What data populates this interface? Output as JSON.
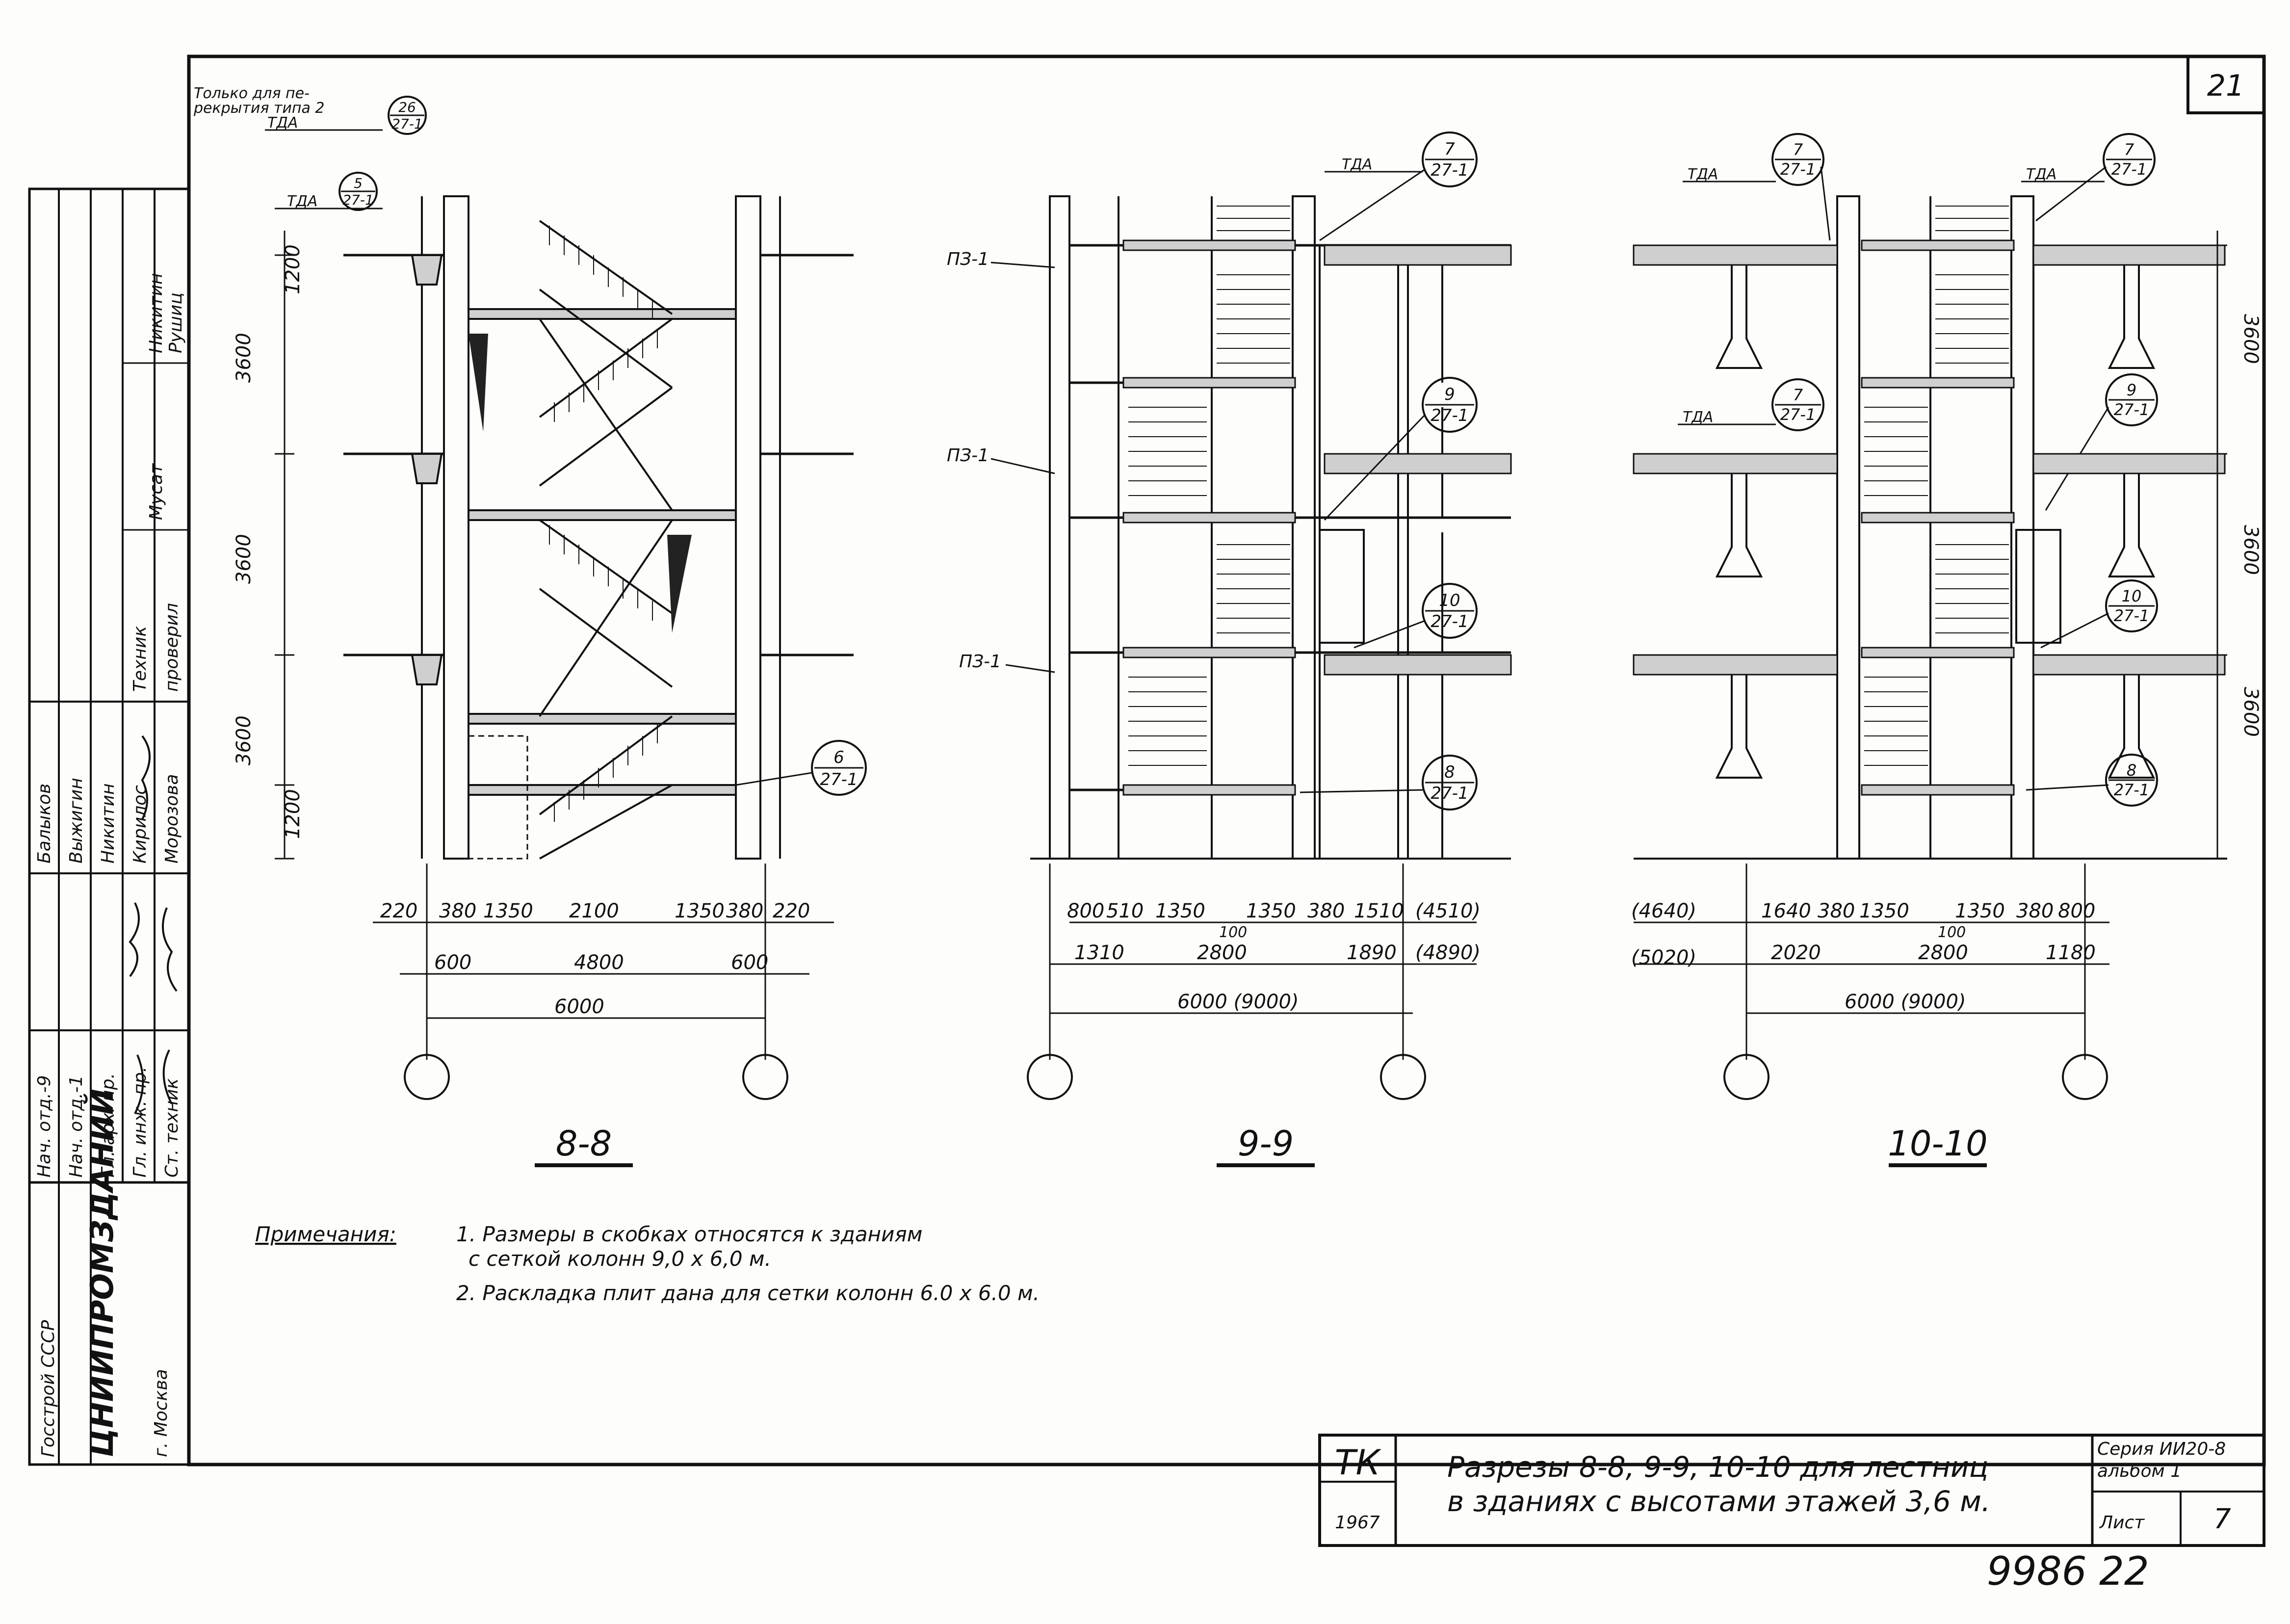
{
  "page_number": "21",
  "archive_number": "9986 22",
  "stamp": {
    "roles": [
      "Нач. отд.-9",
      "Нач. отд.-1",
      "Гл. арх. пр.",
      "Гл. инж. пр.",
      "Ст. техник"
    ],
    "names": [
      "Балыков",
      "Выжигин",
      "Никитин",
      "Кирилос",
      "Морозова"
    ],
    "extra": [
      "Техник",
      "проверил",
      "Мусат",
      "Никитин",
      "Рушиц"
    ],
    "org": [
      "Госстрой СССР",
      "ЦНИИПРОМЗДАНИЙ",
      "г. Москва"
    ]
  },
  "title_block": {
    "code": "ТК",
    "year": "1967",
    "title_line_1": "Разрезы 8-8, 9-9, 10-10 для лестниц",
    "title_line_2": "в зданиях  с высотами этажей 3,6 м.",
    "series_line_1": "Серия ИИ20-8",
    "series_line_2": "альбом 1",
    "sheet_label": "Лист",
    "sheet_number": "7"
  },
  "notes": {
    "heading": "Примечания:",
    "lines": [
      "1. Размеры в скобках относятся к зданиям",
      "с сеткой колонн  9,0 х 6,0 м.",
      "2. Раскладка плит дана для сетки колонн 6.0 х 6.0 м."
    ]
  },
  "sections": {
    "s88": {
      "label": "8-8",
      "top_note_1": "Только для пе-",
      "top_note_2": "рекрытия типа 2",
      "tda_a": "ТДА",
      "tda_b": "ТДА",
      "callouts": [
        {
          "top": "26",
          "bottom": "27-1"
        },
        {
          "top": "5",
          "bottom": "27-1"
        },
        {
          "top": "6",
          "bottom": "27-1"
        }
      ],
      "vdims": [
        "1200",
        "3600",
        "3600",
        "3600",
        "1200"
      ],
      "hdims_row1": [
        "220",
        "380",
        "1350",
        "2100",
        "1350",
        "380",
        "220"
      ],
      "hdims_row2": [
        "600",
        "4800",
        "600"
      ],
      "hdims_row3": [
        "6000"
      ]
    },
    "s99": {
      "label": "9-9",
      "tda": "ТДА",
      "pz_labels": [
        "ПЗ-1",
        "ПЗ-1",
        "ПЗ-1"
      ],
      "callouts": [
        {
          "top": "7",
          "bottom": "27-1"
        },
        {
          "top": "9",
          "bottom": "27-1"
        },
        {
          "top": "10",
          "bottom": "27-1"
        },
        {
          "top": "8",
          "bottom": "27-1"
        }
      ],
      "hdims_row1": [
        "800",
        "510",
        "1350",
        "1350",
        "380",
        "1510",
        "(4510)"
      ],
      "hdims_row2": [
        "100",
        "1310",
        "2800",
        "1890",
        "(4890)"
      ],
      "hdims_row3": [
        "6000 (9000)"
      ]
    },
    "s1010": {
      "label": "10-10",
      "tda_a": "ТДА",
      "tda_b": "ТДА",
      "tda_c": "ТДА",
      "callouts": [
        {
          "top": "7",
          "bottom": "27-1"
        },
        {
          "top": "7",
          "bottom": "27-1"
        },
        {
          "top": "7",
          "bottom": "27-1"
        },
        {
          "top": "9",
          "bottom": "27-1"
        },
        {
          "top": "10",
          "bottom": "27-1"
        },
        {
          "top": "8",
          "bottom": "27-1"
        }
      ],
      "vdims": [
        "3600",
        "3600",
        "3600"
      ],
      "hdims_row1": [
        "(4640)",
        "1640",
        "380",
        "1350",
        "1350",
        "380",
        "800"
      ],
      "hdims_row2": [
        "100",
        "(5020)",
        "2020",
        "2800",
        "1180"
      ],
      "hdims_row3": [
        "6000 (9000)"
      ]
    }
  }
}
